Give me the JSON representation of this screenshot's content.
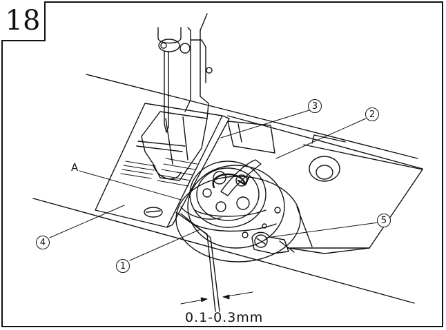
{
  "figure": {
    "number": "18"
  },
  "callouts": {
    "c1": "1",
    "c2": "2",
    "c3": "3",
    "c4": "4",
    "c5": "5"
  },
  "labels": {
    "a": "A",
    "gap": "0.1-0.3mm"
  }
}
